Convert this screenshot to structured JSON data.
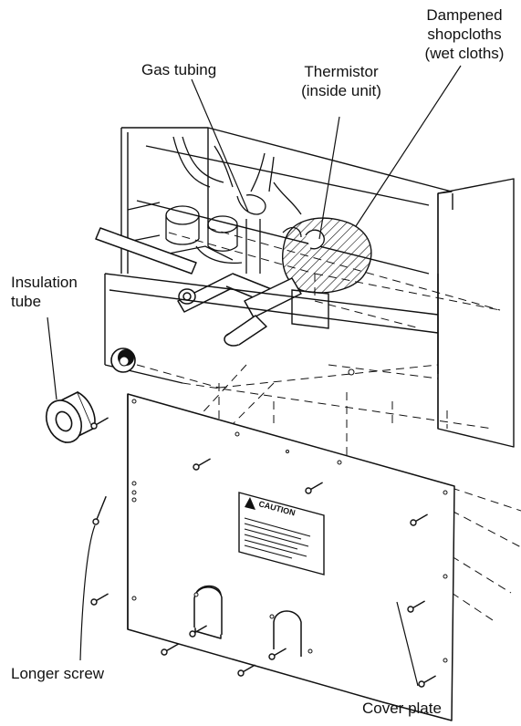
{
  "labels": {
    "gas_tubing": "Gas tubing",
    "thermistor_line1": "Thermistor",
    "thermistor_line2": "(inside unit)",
    "dampened_line1": "Dampened",
    "dampened_line2": "shopcloths",
    "dampened_line3": "(wet cloths)",
    "insulation_line1": "Insulation",
    "insulation_line2": "tube",
    "longer_screw": "Longer screw",
    "cover_plate": "Cover plate"
  },
  "caution_label": {
    "title": "CAUTION"
  },
  "colors": {
    "ink": "#111111",
    "paper": "#ffffff"
  }
}
